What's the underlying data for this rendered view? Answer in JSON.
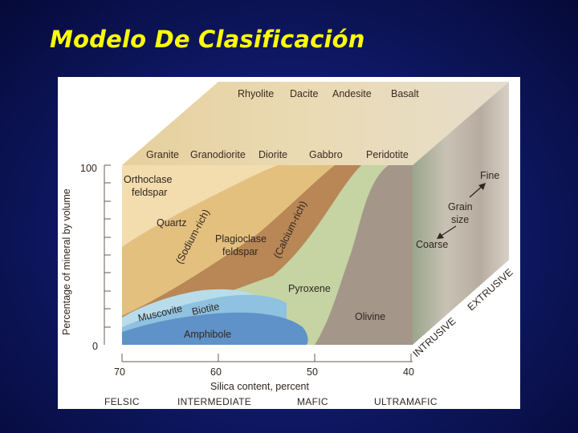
{
  "slide": {
    "title": "Modelo De Clasificación"
  },
  "diagram": {
    "volcanic_rocks": [
      "Rhyolite",
      "Dacite",
      "Andesite",
      "Basalt"
    ],
    "plutonic_rocks": [
      "Granite",
      "Granodiorite",
      "Diorite",
      "Gabbro",
      "Peridotite"
    ],
    "minerals": {
      "orthoclase_1": "Orthoclase",
      "orthoclase_2": "feldspar",
      "quartz": "Quartz",
      "sodium_rich": "(Sodium-rich)",
      "calcium_rich": "(Calcium-rich)",
      "plagioclase_1": "Plagioclase",
      "plagioclase_2": "feldspar",
      "pyroxene": "Pyroxene",
      "olivine": "Olivine",
      "muscovite": "Muscovite",
      "biotite": "Biotite",
      "amphibole": "Amphibole"
    },
    "y_axis": {
      "label": "Percentage of mineral by volume",
      "max": "100",
      "min": "0"
    },
    "x_axis": {
      "label": "Silica content, percent",
      "ticks": [
        "70",
        "60",
        "50",
        "40"
      ]
    },
    "rock_groups": [
      "FELSIC",
      "INTERMEDIATE",
      "MAFIC",
      "ULTRAMAFIC"
    ],
    "grain": {
      "fine": "Fine",
      "size_1": "Grain",
      "size_2": "size",
      "coarse": "Coarse"
    },
    "texture": {
      "extrusive": "EXTRUSIVE",
      "intrusive": "INTRUSIVE"
    }
  },
  "colors": {
    "orthoclase": "#f3dcae",
    "quartz": "#e4c07e",
    "plagioclase": "#b98656",
    "pyroxene": "#c5d4a2",
    "olivine": "#a5968a",
    "muscovite": "#b9dcea",
    "biotite": "#8fc1e0",
    "amphibole": "#5f92c8",
    "top_face": "#ecd8a8",
    "side_face": "#bfb4a8"
  }
}
